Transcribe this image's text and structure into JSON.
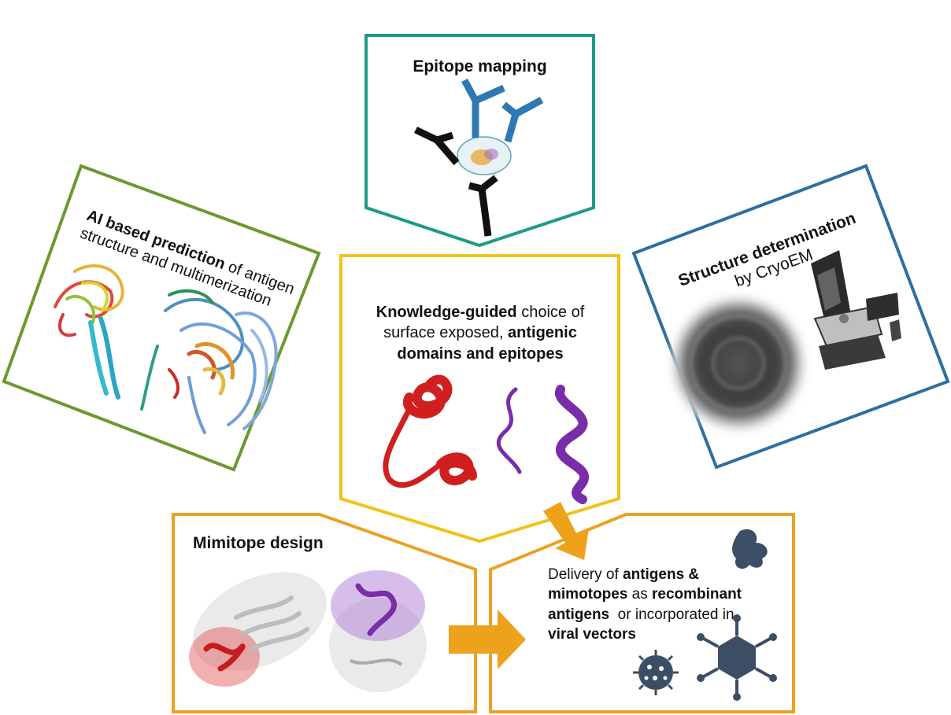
{
  "colors": {
    "teal": "#1E9A86",
    "green": "#6A9A2E",
    "blue": "#2E6FA0",
    "yellow": "#F2C21B",
    "orange": "#EBA123",
    "arrow": "#EEA21B",
    "antibody_blue": "#2E79B3",
    "antibody_black": "#111111",
    "helix_red": "#CF1F1F",
    "helix_purple": "#7A2DA8",
    "virus": "#3C4E63"
  },
  "panels": {
    "epitope": {
      "title": "Epitope mapping"
    },
    "ai": {
      "bold": "AI based prediction",
      "line1_rest": " of antigen",
      "line2": "structure and multimerization"
    },
    "cryoem": {
      "bold": "Structure determination",
      "line2": "by CryoEM"
    },
    "knowledge": {
      "bold1": "Knowledge-guided",
      "rest1": " choice of",
      "line2_plain": "surface exposed, ",
      "bold2": "antigenic",
      "bold3": "domains and epitopes"
    },
    "mimitope": {
      "title": "Mimitope design"
    },
    "delivery": {
      "t1": "Delivery of ",
      "b1": "antigens &",
      "b2": "mimotopes",
      "t2": " as ",
      "b3": "recombinant",
      "b4": "antigens",
      "t3": "  or incorporated in",
      "b5": "viral vectors"
    }
  }
}
